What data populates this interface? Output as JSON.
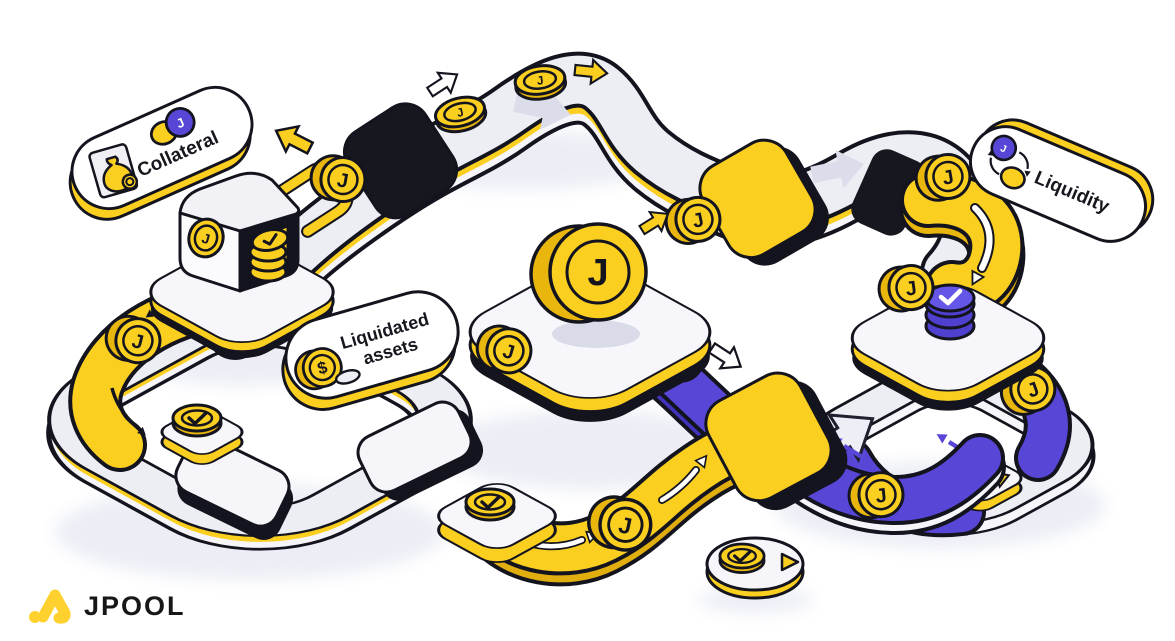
{
  "page": {
    "background": "#ffffff"
  },
  "colors": {
    "brand_yellow": "#FBCF20",
    "deep_yellow": "#E8B60C",
    "brand_purple": "#5847D6",
    "deep_purple": "#4233BC",
    "ink": "#14141F",
    "track_grey": "#EDEEF4",
    "shadow_grey": "#DCDEEA",
    "white": "#FFFFFF"
  },
  "badges": {
    "collateral": {
      "label": "Collateral"
    },
    "liquidated_assets": {
      "line1": "Liquidated",
      "line2": "assets"
    },
    "liquidity": {
      "label": "Liquidity"
    }
  },
  "glyphs": {
    "j": "J",
    "dollar": "$"
  },
  "icons": {
    "collateral_badge": [
      "money-bag-icon",
      "yellow-coin-icon",
      "purple-j-coin-icon"
    ],
    "liquidated_badge": [
      "dollar-coin-icon",
      "silver-coin-icon"
    ],
    "liquidity_badge": [
      "purple-j-coin-icon",
      "yellow-coin-icon",
      "swap-arrows-icon"
    ],
    "logo": "jpool-mark-icon"
  },
  "logo": {
    "wordmark": "JPOOL"
  }
}
